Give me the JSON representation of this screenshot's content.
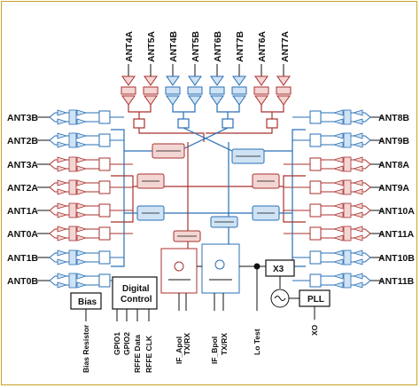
{
  "antennas_top": [
    "ANT4A",
    "ANT5A",
    "ANT4B",
    "ANT5B",
    "ANT6B",
    "ANT7B",
    "ANT6A",
    "ANT7A"
  ],
  "antennas_left": [
    "ANT3B",
    "ANT2B",
    "ANT3A",
    "ANT2A",
    "ANT1A",
    "ANT0A",
    "ANT1B",
    "ANT0B"
  ],
  "antennas_right": [
    "ANT8B",
    "ANT9B",
    "ANT8A",
    "ANT9A",
    "ANT10A",
    "ANT11A",
    "ANT10B",
    "ANT11B"
  ],
  "blocks": {
    "bias": "Bias",
    "digital_control_line1": "Digital",
    "digital_control_line2": "Control",
    "x3": "X3",
    "pll": "PLL"
  },
  "pins": [
    "Bias Resistor",
    "GPIO1",
    "GPIO2",
    "RFFE Data",
    "RFFE CLK",
    "IF_Apol",
    "TX/RX",
    "IF_Bpol",
    "TX/RX",
    "Lo Test",
    "XO"
  ],
  "colors": {
    "border": "#c9a227",
    "blue_path": "#2a6fb5",
    "blue_fill": "#cfe3f5",
    "red_path": "#a8322e",
    "red_fill": "#f3d6d4",
    "black": "#111111"
  }
}
